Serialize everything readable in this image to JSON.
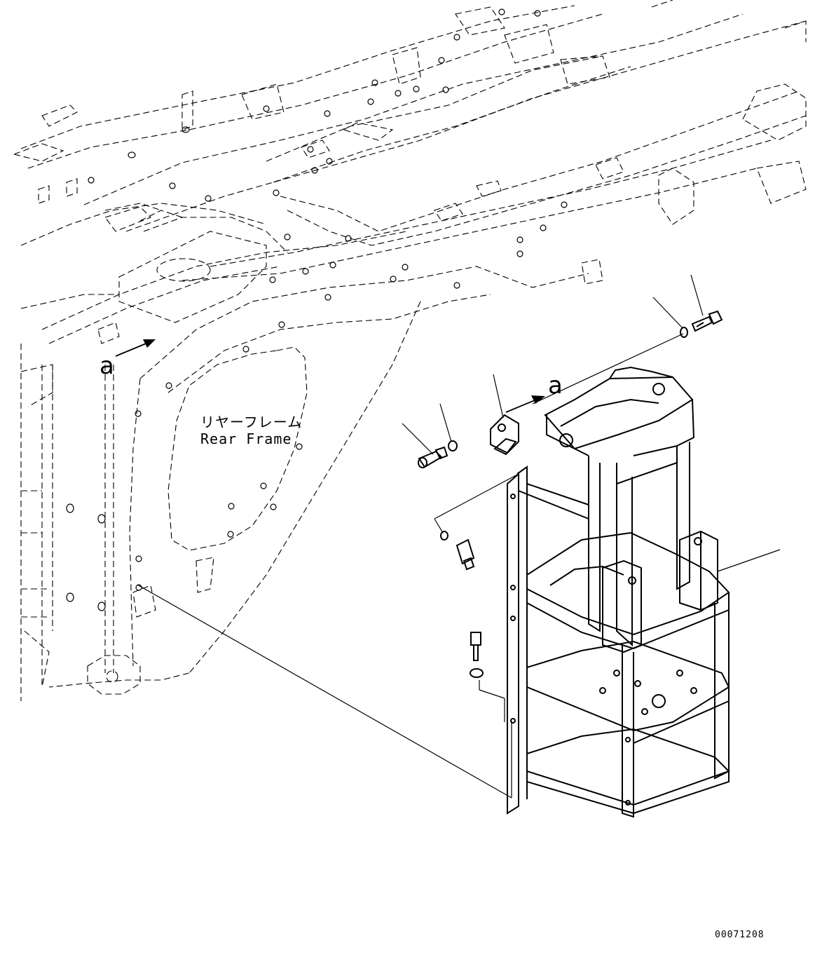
{
  "frame_label": {
    "japanese": "リヤーフレーム",
    "english": "Rear Frame"
  },
  "reference_marks": {
    "frame_side": "a",
    "assembly_side": "a"
  },
  "drawing_number": "00071208",
  "icons": [
    "bolt-icon",
    "washer-icon",
    "arrow-icon"
  ]
}
